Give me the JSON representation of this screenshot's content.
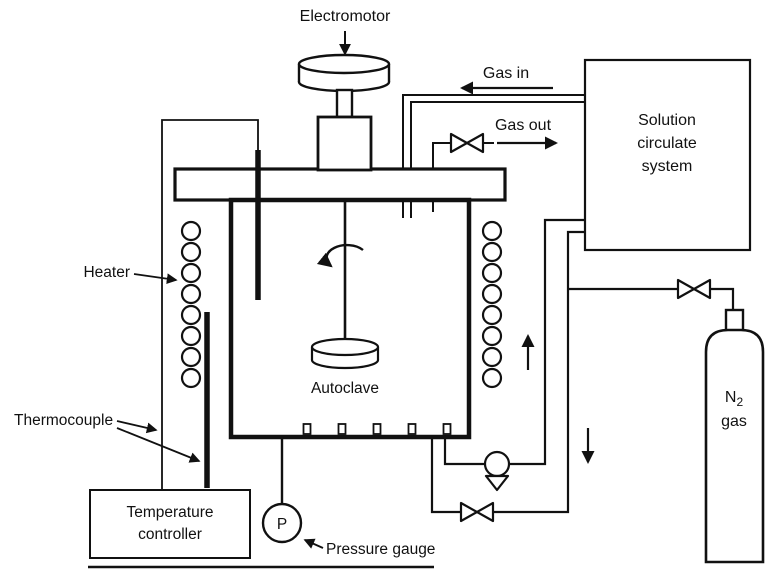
{
  "labels": {
    "electromotor": "Electromotor",
    "gas_in": "Gas in",
    "gas_out": "Gas out",
    "heater": "Heater",
    "thermocouple": "Thermocouple",
    "autoclave": "Autoclave",
    "pressure_gauge": "Pressure gauge",
    "gauge_letter": "P"
  },
  "temperature_controller": {
    "line1": "Temperature",
    "line2": "controller"
  },
  "solution_system": {
    "line1": "Solution",
    "line2": "circulate",
    "line3": "system"
  },
  "n2_cylinder": {
    "symbol": "N",
    "subscript": "2",
    "word": "gas"
  },
  "colors": {
    "ink": "#111111",
    "background": "#ffffff"
  }
}
